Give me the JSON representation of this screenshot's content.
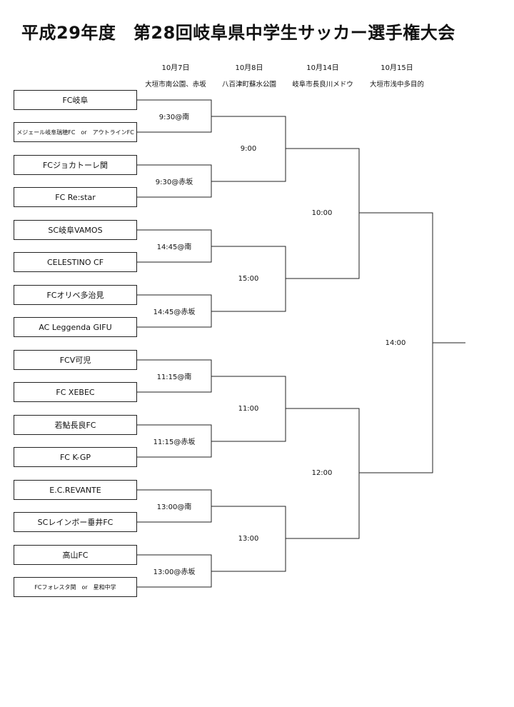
{
  "title": "平成29年度　第28回岐阜県中学生サッカー選手権大会",
  "rounds": [
    {
      "date": "10月7日",
      "venue": "大垣市南公園、赤坂"
    },
    {
      "date": "10月8日",
      "venue": "八百津町蘇水公園"
    },
    {
      "date": "10月14日",
      "venue": "岐阜市長良川メドウ"
    },
    {
      "date": "10月15日",
      "venue": "大垣市浅中多目的"
    }
  ],
  "teams": [
    "FC岐阜",
    "メジェール岐阜瑞穂FC　or　アウトラインFC",
    "FCジョカトーレ関",
    "FC Re:star",
    "SC岐阜VAMOS",
    "CELESTINO CF",
    "FCオリベ多治見",
    "AC Leggenda GIFU",
    "FCV可児",
    "FC XEBEC",
    "若鮎長良FC",
    "FC K-GP",
    "E.C.REVANTE",
    "SCレインボー垂井FC",
    "高山FC",
    "FCフォレスタ関　or　星和中学"
  ],
  "match_times": {
    "round1": [
      "9:30@南",
      "9:30@赤坂",
      "14:45@南",
      "14:45@赤坂",
      "11:15@南",
      "11:15@赤坂",
      "13:00@南",
      "13:00@赤坂"
    ],
    "round2": [
      "9:00",
      "15:00",
      "11:00",
      "13:00"
    ],
    "round3": [
      "10:00",
      "12:00"
    ],
    "final": [
      "14:00"
    ]
  }
}
